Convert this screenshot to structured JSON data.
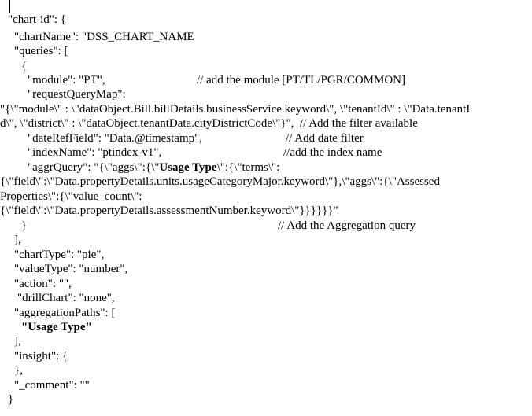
{
  "lines": {
    "l0": "\"chart-id\": {",
    "l1": "\"chartName\": \"DSS_CHART_NAME",
    "l2": "\"queries\": [",
    "l3": "{",
    "l4": "\"module\": \"PT\",",
    "l4c": "// add the module [PT/TL/PGR/COMMON]",
    "l5": "\"requestQueryMap\":",
    "l6": "\"{\\\"module\\\" : \\\"dataObject.Bill.billDetails.businessService.keyword\\\", \\\"tenantId\\\" : \\\"Data.tenantI",
    "l7": "d\\\", \\\"district\\\" : \\\"dataObject.tenantData.cityDistrictCode\\\"}\",  // Add the filter available",
    "l8": "\"dateRefField\": \"Data.@timestamp\",",
    "l8c": "// Add date filter",
    "l9": "\"indexName\": \"ptindex-v1\",",
    "l9c": "//add the index name",
    "l10a": "\"aggrQuery\": \"{\\\"aggs\\\":{\\\"",
    "l10b": "Usage Type",
    "l10c": "\\\":{\\\"terms\\\":",
    "l11": "{\\\"field\\\":\\\"Data.propertyDetails.units.usageCategoryMajor.keyword\\\"},\\\"aggs\\\":{\\\"Assessed",
    "l12": "Properties\\\":{\\\"value_count\\\":",
    "l13": "{\\\"field\\\":\\\"Data.propertyDetails.assessmentNumber.keyword\\\"}}}}}}\"",
    "l14": "}",
    "l14c": "// Add the Aggregation query",
    "l15": "],",
    "l16": "\"chartType\": \"pie\",",
    "l17": "\"valueType\": \"number\",",
    "l18": "\"action\": \"\",",
    "l19": "\"drillChart\": \"none\",",
    "l20": "\"aggregationPaths\": [",
    "l21a": "\"",
    "l21b": "Usage Type\"",
    "l22": "],",
    "l23": "\"insight\": {",
    "l24": "},",
    "l25": "\"_comment\": \"\"",
    "l26": "}"
  }
}
